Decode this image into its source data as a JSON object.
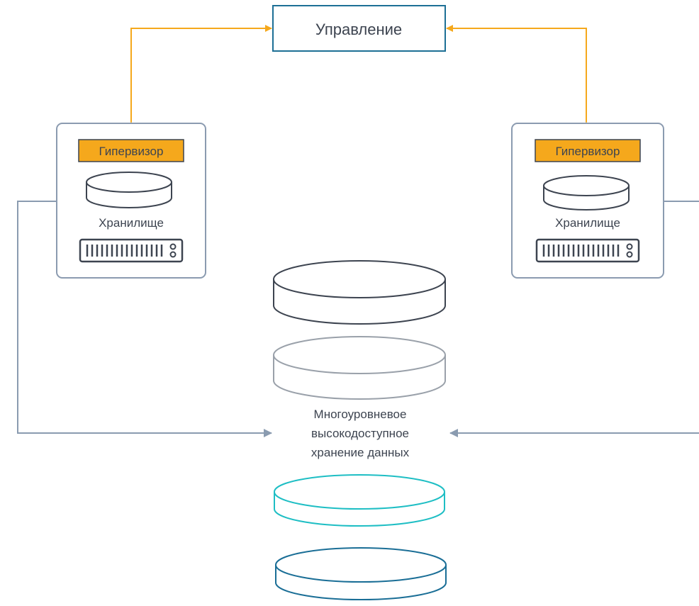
{
  "management": {
    "label": "Управление"
  },
  "left_node": {
    "hypervisor_label": "Гипервизор",
    "storage_label": "Хранилище"
  },
  "right_node": {
    "hypervisor_label": "Гипервизор",
    "storage_label": "Хранилище"
  },
  "center": {
    "line1": "Многоуровневое",
    "line2": "высокодоступное",
    "line3": "хранение данных"
  },
  "colors": {
    "accent_orange": "#f5a81c",
    "management_border": "#1d6f95",
    "node_border": "#8b9bb0",
    "connector_gray": "#8a9bb0",
    "disk_dark": "#3d4450",
    "disk_gray": "#9aa1aa",
    "disk_cyan": "#1ebec4",
    "disk_blue": "#1a6e96"
  }
}
